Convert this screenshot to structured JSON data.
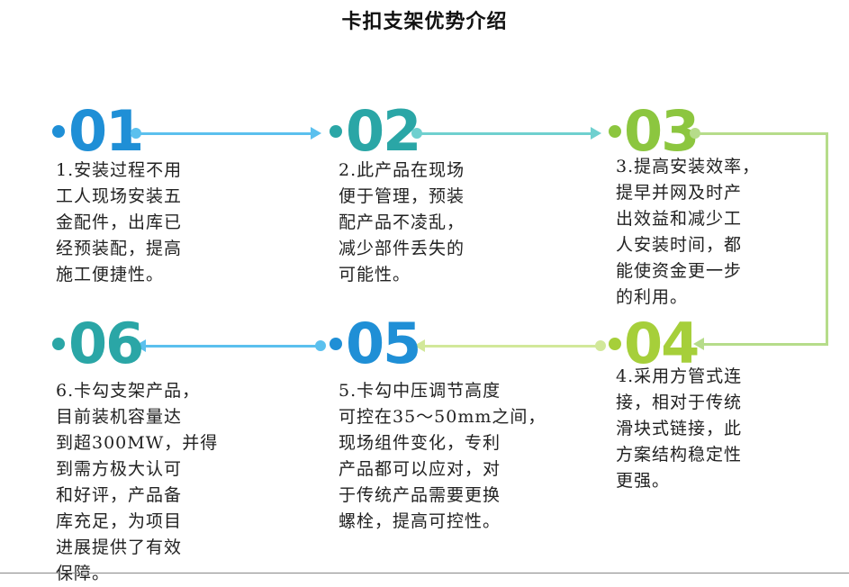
{
  "title": "卡扣支架优势介绍",
  "steps": [
    {
      "number": "01",
      "color": "#1f8fd6",
      "lines": [
        "1.安装过程不用",
        "工人现场安装五",
        "金配件，出库已",
        "经预装配，提高",
        "施工便捷性。"
      ]
    },
    {
      "number": "02",
      "color": "#2aa6a6",
      "lines": [
        "2.此产品在现场",
        "便于管理，预装",
        "配产品不凌乱，",
        "减少部件丢失的",
        "可能性。"
      ]
    },
    {
      "number": "03",
      "color": "#8cc63f",
      "lines": [
        "3.提高安装效率，",
        "提早并网及时产",
        "出效益和减少工",
        "人安装时间，都",
        "能使资金更一步",
        "的利用。"
      ]
    },
    {
      "number": "04",
      "color": "#a6cf3a",
      "lines": [
        "4.采用方管式连",
        "接，相对于传统",
        "滑块式链接，此",
        "方案结构稳定性",
        "更强。"
      ]
    },
    {
      "number": "05",
      "color": "#1f8fd6",
      "lines": [
        "5.卡勾中压调节高度",
        "可控在35～50mm之间，",
        "现场组件变化，专利",
        "产品都可以应对，对",
        "于传统产品需要更换",
        "螺栓，提高可控性。"
      ]
    },
    {
      "number": "06",
      "color": "#2aa6a6",
      "lines": [
        "6.卡勾支架产品，",
        "目前装机容量达",
        "到超300MW，并得",
        "到需方极大认可",
        "和好评，产品备",
        "库充足，为项目",
        "进展提供了有效",
        "保障。"
      ]
    }
  ],
  "connector_colors": {
    "c1": "#5bc0ee",
    "c2": "#6fd0cf",
    "c3": "#b6dc8a",
    "c4": "#d2e89a",
    "c5": "#5bc0ee"
  }
}
